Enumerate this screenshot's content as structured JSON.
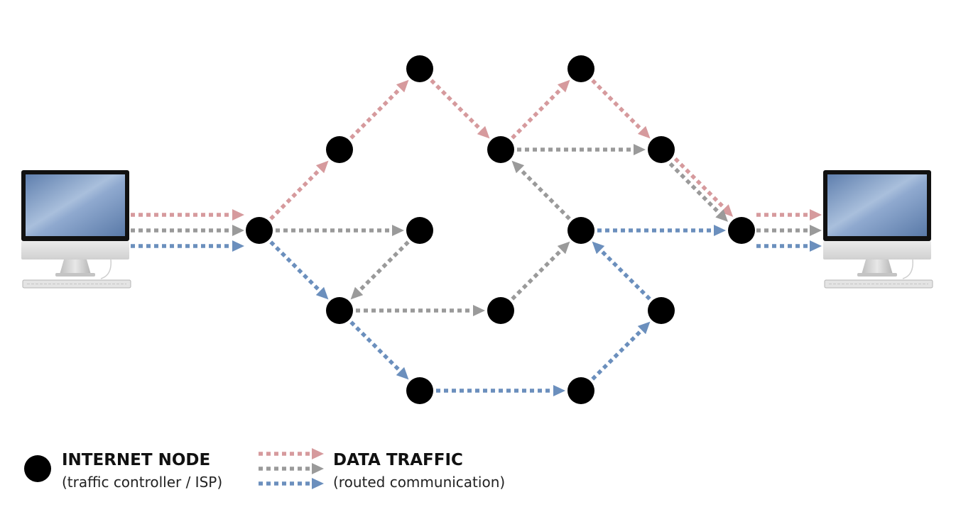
{
  "colors": {
    "red": "#d69a9d",
    "gray": "#9a9a9a",
    "blue": "#6b8fbd",
    "node": "#000000"
  },
  "nodes": [
    {
      "id": "n0"
    },
    {
      "id": "n1"
    },
    {
      "id": "n2"
    },
    {
      "id": "n3"
    },
    {
      "id": "n4"
    },
    {
      "id": "n5"
    },
    {
      "id": "n6"
    },
    {
      "id": "n7"
    },
    {
      "id": "n8"
    },
    {
      "id": "n9"
    },
    {
      "id": "n10"
    },
    {
      "id": "n11"
    },
    {
      "id": "n12"
    },
    {
      "id": "n13"
    }
  ],
  "edges": [
    {
      "from": "pcL",
      "to": "n0",
      "color": "red"
    },
    {
      "from": "pcL",
      "to": "n0",
      "color": "gray"
    },
    {
      "from": "pcL",
      "to": "n0",
      "color": "blue"
    },
    {
      "from": "n0",
      "to": "n1",
      "color": "red"
    },
    {
      "from": "n1",
      "to": "n2",
      "color": "red"
    },
    {
      "from": "n2",
      "to": "n3",
      "color": "red"
    },
    {
      "from": "n3",
      "to": "n4",
      "color": "red"
    },
    {
      "from": "n4",
      "to": "n5",
      "color": "red"
    },
    {
      "from": "n5",
      "to": "n6",
      "color": "red"
    },
    {
      "from": "n3",
      "to": "n5",
      "color": "gray"
    },
    {
      "from": "n5",
      "to": "n6",
      "color": "gray"
    },
    {
      "from": "n0",
      "to": "n7",
      "color": "gray"
    },
    {
      "from": "n7",
      "to": "n8",
      "color": "gray"
    },
    {
      "from": "n8",
      "to": "n9",
      "color": "gray"
    },
    {
      "from": "n9",
      "to": "n10",
      "color": "gray"
    },
    {
      "from": "n10",
      "to": "n3",
      "color": "gray"
    },
    {
      "from": "n0",
      "to": "n8",
      "color": "blue"
    },
    {
      "from": "n8",
      "to": "n11",
      "color": "blue"
    },
    {
      "from": "n11",
      "to": "n12",
      "color": "blue"
    },
    {
      "from": "n12",
      "to": "n13",
      "color": "blue"
    },
    {
      "from": "n13",
      "to": "n10",
      "color": "blue"
    },
    {
      "from": "n10",
      "to": "n6",
      "color": "blue"
    },
    {
      "from": "n6",
      "to": "pcR",
      "color": "red"
    },
    {
      "from": "n6",
      "to": "pcR",
      "color": "gray"
    },
    {
      "from": "n6",
      "to": "pcR",
      "color": "blue"
    }
  ],
  "computers": [
    {
      "name": "left-computer"
    },
    {
      "name": "right-computer"
    }
  ],
  "legend": {
    "node_title": "INTERNET NODE",
    "node_subtitle": "(traffic controller / ISP)",
    "traffic_title": "DATA TRAFFIC",
    "traffic_subtitle": "(routed communication)",
    "traffic_colors": [
      "red",
      "gray",
      "blue"
    ]
  }
}
